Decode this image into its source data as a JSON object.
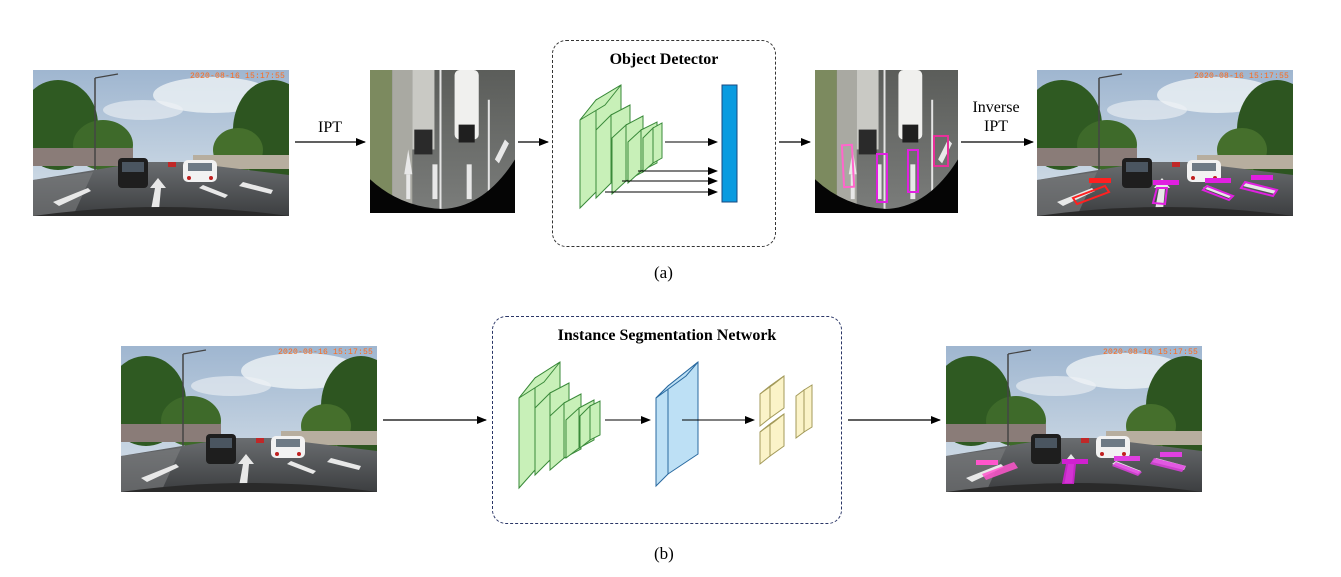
{
  "timestamp": "2020-08-16 15:17:55",
  "panel_a": {
    "caption": "(a)",
    "ipt_label": "IPT",
    "inverse_label_line1": "Inverse",
    "inverse_label_line2": "IPT",
    "box_title": "Object Detector"
  },
  "panel_b": {
    "caption": "(b)",
    "box_title": "Instance Segmentation Network"
  },
  "colors": {
    "backbone": "#c8f0b8",
    "backbone_stroke": "#3a8a3a",
    "head_bar": "#0a9be0",
    "seg_plane": "#bde0f5",
    "mask_blocks": "#fbf3c8",
    "det_magenta": "#e020e0",
    "det_red": "#ff2020",
    "timestamp": "#ff6a1a"
  },
  "icons": [
    "road-scene-photo",
    "birdseye-photo",
    "cnn-backbone",
    "detection-head",
    "mask-head"
  ]
}
